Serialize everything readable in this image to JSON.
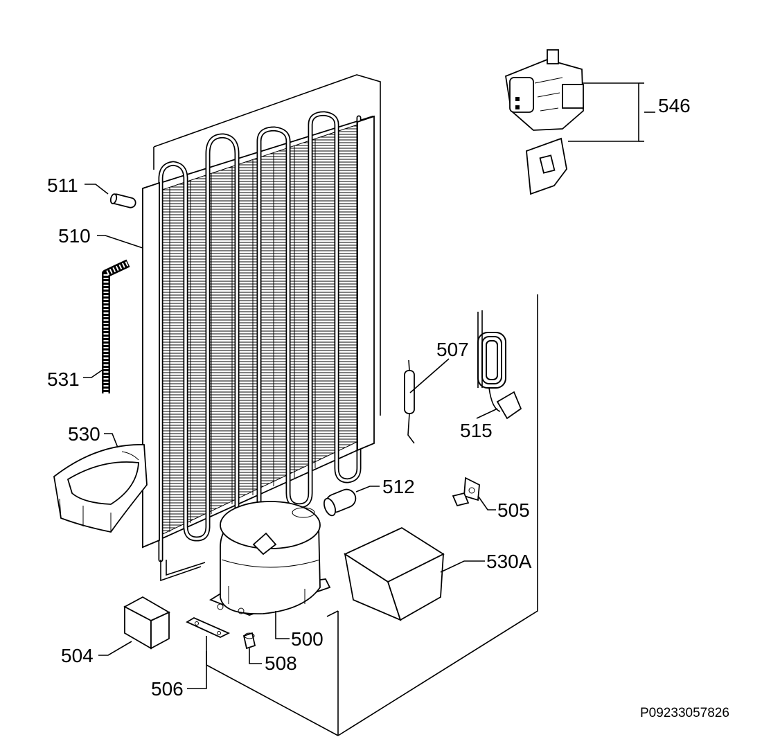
{
  "labels": {
    "l511": "511",
    "l510": "510",
    "l531": "531",
    "l530": "530",
    "l546": "546",
    "l507": "507",
    "l515": "515",
    "l512": "512",
    "l505": "505",
    "l530a": "530A",
    "l500": "500",
    "l504": "504",
    "l508": "508",
    "l506": "506"
  },
  "drawing_code": "P09233057826",
  "icons": [
    "condenser-icon",
    "compressor-icon",
    "thermostat-icon",
    "filter-dryer-icon",
    "power-cable-icon",
    "relay-box-icon",
    "cover-box-icon",
    "drip-tray-icon",
    "drain-hose-icon",
    "grommet-icon",
    "clamp-icon",
    "bracket-icon",
    "nut-icon"
  ]
}
